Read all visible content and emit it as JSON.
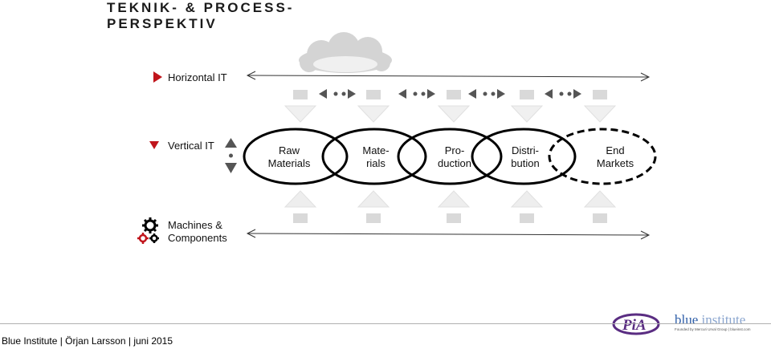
{
  "title": {
    "line1": "TEKNIK- & PROCESS-",
    "line2": "PERSPEKTIV"
  },
  "rows": {
    "horizontal": {
      "label": "Horizontal IT"
    },
    "vertical": {
      "label": "Vertical IT"
    },
    "machines": {
      "label_line1": "Machines &",
      "label_line2": "Components"
    }
  },
  "stages": [
    {
      "line1": "Raw",
      "line2": "Materials",
      "dashed": false
    },
    {
      "line1": "Mate-",
      "line2": "rials",
      "dashed": false
    },
    {
      "line1": "Pro-",
      "line2": "duction",
      "dashed": false
    },
    {
      "line1": "Distri-",
      "line2": "bution",
      "dashed": false
    },
    {
      "line1": "End",
      "line2": "Markets",
      "dashed": true
    }
  ],
  "footer": {
    "text": "Blue Institute | Örjan Larsson | juni 2015",
    "logo_pia": "PiA",
    "logo_blue_word1": "blue",
    "logo_blue_word2": "institute",
    "logo_blue_tagline": "Founded by Mercuri Urval Group | blueinst.com"
  },
  "colors": {
    "accent_red": "#c0151c",
    "arrow_gray": "#d9d9d9",
    "cloud_gray": "#d4d4d4",
    "dark_gray": "#555555",
    "pia_purple": "#5a2d82",
    "blue_logo": "#2e5ea8"
  }
}
